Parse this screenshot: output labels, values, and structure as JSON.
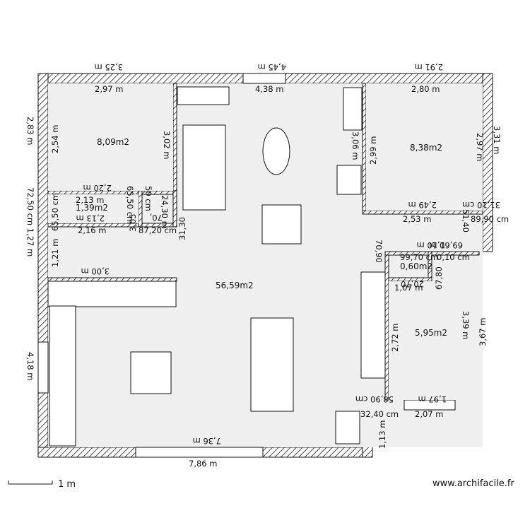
{
  "plan": {
    "areas": {
      "main": "56,59m2",
      "room_top_left": "8,09m2",
      "room_top_right": "8,38m2",
      "closet_left": "1,39m2",
      "room_right": "5,95m2",
      "closet_small": "0,60m2"
    },
    "labels": {
      "top_left_outer": "3,25 m",
      "top_mid_outer": "4,45 m",
      "top_right_outer": "2,91 m",
      "top_left_inner": "2,97 m",
      "top_mid_inner": "4,38 m",
      "top_right_inner": "2,80 m",
      "left_outer_upper": "2,83 m",
      "left_room_height": "2,54 m",
      "left_room_right_height": "3,02 m",
      "left_outer_mid": "72,50 cm 1,27 m",
      "closet_top_outer": "2,20 m",
      "closet_top_inner": "2,13 m",
      "closet_bottom_outer": "2,13 m",
      "closet_bottom_inner": "2,16 m",
      "closet_left_h": "65,50 cm",
      "closet_right_h": "65,50 cm",
      "closet_right_h2": "50 cm",
      "vert_24": "24,30 m",
      "vert_31": "31,30",
      "vert_3": "3,05",
      "left_121": "1,21 m",
      "dim_87": "87,20 cm",
      "dim_70": "70,",
      "right_room_height": "2,99 m",
      "right_room_height2": "2,97 m",
      "right_outer_height": "3,31 m",
      "mid_306": "3,06 m",
      "right_room_bottom_outer": "2,49 m",
      "right_room_bottom_inner": "2,53 m",
      "dim_3110": "31,10 cm",
      "dim_8990": "89,90 cm",
      "dim_5140": "51,40",
      "dim_110": "1,10 m",
      "dim_6960": "69,60 m",
      "dim_9970": "99,70 cm",
      "dim_010": "0,10 cm",
      "dim_7090": "70,90",
      "dim_6780": "67,80",
      "dim_2070": "20,70",
      "dim_107": "1,07 m",
      "left_wall_300": "3,00 m",
      "left_418": "4,18 m",
      "right_room_339": "3,39 m",
      "right_room_367": "3,67 m",
      "right_room_272": "2,72 m",
      "right_room_bottom_197": "1,97 m",
      "right_room_bottom_207": "2,07 m",
      "dim_5890": "58,90 cm",
      "dim_3240": "32,40 cm",
      "dim_113": "1,13 m",
      "bottom_inner": "7,36 m",
      "bottom_outer": "7,86 m"
    },
    "scale_label": "1 m",
    "credit": "www.archifacile.fr"
  }
}
